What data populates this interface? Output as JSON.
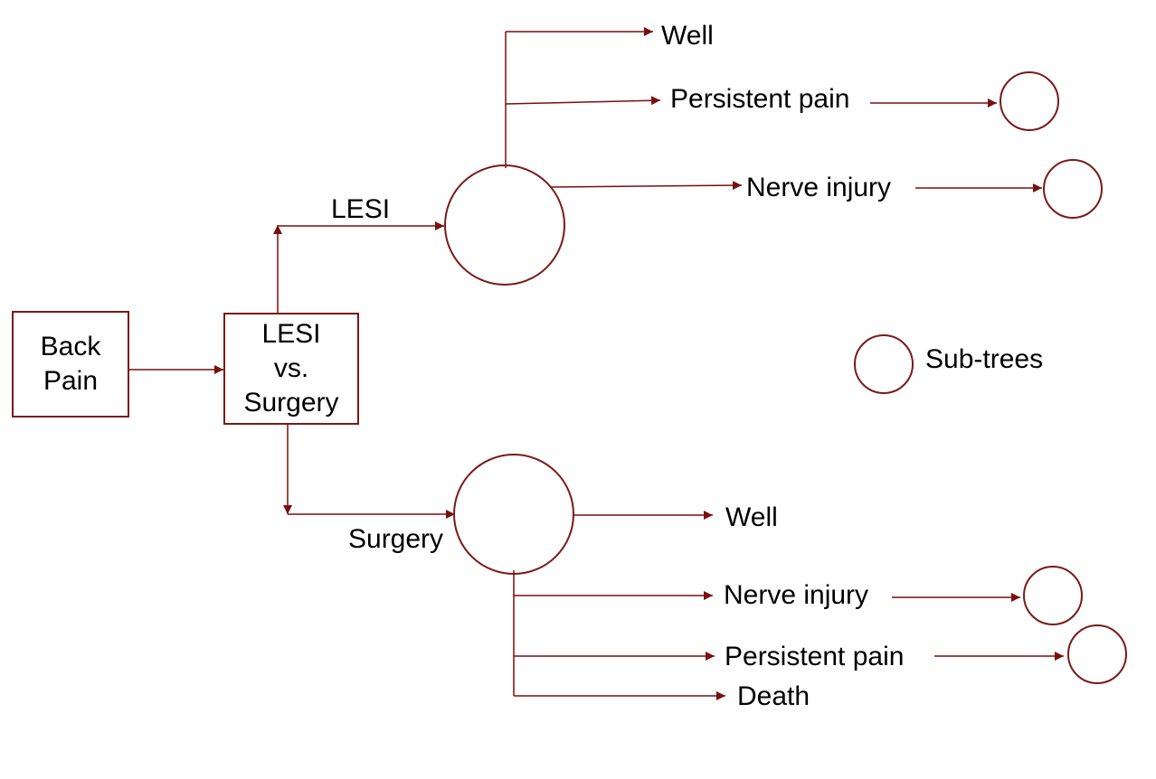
{
  "colors": {
    "line": "#7a0e0e",
    "shape": "#7a1a1a"
  },
  "nodes": {
    "back_pain": {
      "lines": [
        "Back",
        "Pain"
      ]
    },
    "decision": {
      "lines": [
        "LESI",
        "vs.",
        "Surgery"
      ]
    }
  },
  "branches": {
    "lesi": "LESI",
    "surgery": "Surgery"
  },
  "outcomes": {
    "lesi": {
      "well": "Well",
      "persistent_pain": "Persistent pain",
      "nerve_injury": "Nerve injury"
    },
    "surgery": {
      "well": "Well",
      "nerve_injury": "Nerve injury",
      "persistent_pain": "Persistent pain",
      "death": "Death"
    }
  },
  "legend": {
    "label": "Sub-trees"
  }
}
